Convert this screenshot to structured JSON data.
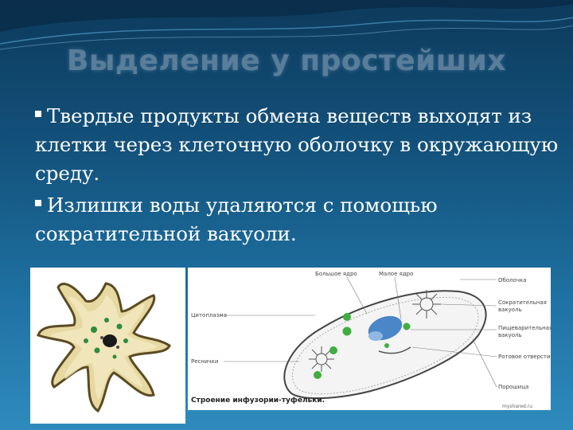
{
  "slide": {
    "title": "Выделение у простейших",
    "bullets": [
      "Твердые продукты обмена веществ выходят из клетки через клеточную оболочку в окружающую среду.",
      "Излишки воды удаляются с помощью сократительной вакуоли."
    ]
  },
  "diagram": {
    "labels": {
      "big_nucleus": "Большое ядро",
      "small_nucleus": "Малое ядро",
      "membrane": "Оболочка",
      "contractile_vacuole_1": "Сократительная",
      "contractile_vacuole_2": "вакуоль",
      "cytoplasm": "Цитоплазма",
      "digestive_vacuole_1": "Пищеварительная",
      "digestive_vacuole_2": "вакуоль",
      "mouth": "Ротовое отверстие",
      "cilia": "Реснички",
      "powder": "Порошица"
    },
    "caption": "Строение инфузории-туфельки.",
    "signature": "myshared.ru"
  },
  "colors": {
    "background_top": "#0d3a5c",
    "background_bottom": "#2f8bbd",
    "title": "#5a7d99",
    "text": "#ffffff"
  }
}
